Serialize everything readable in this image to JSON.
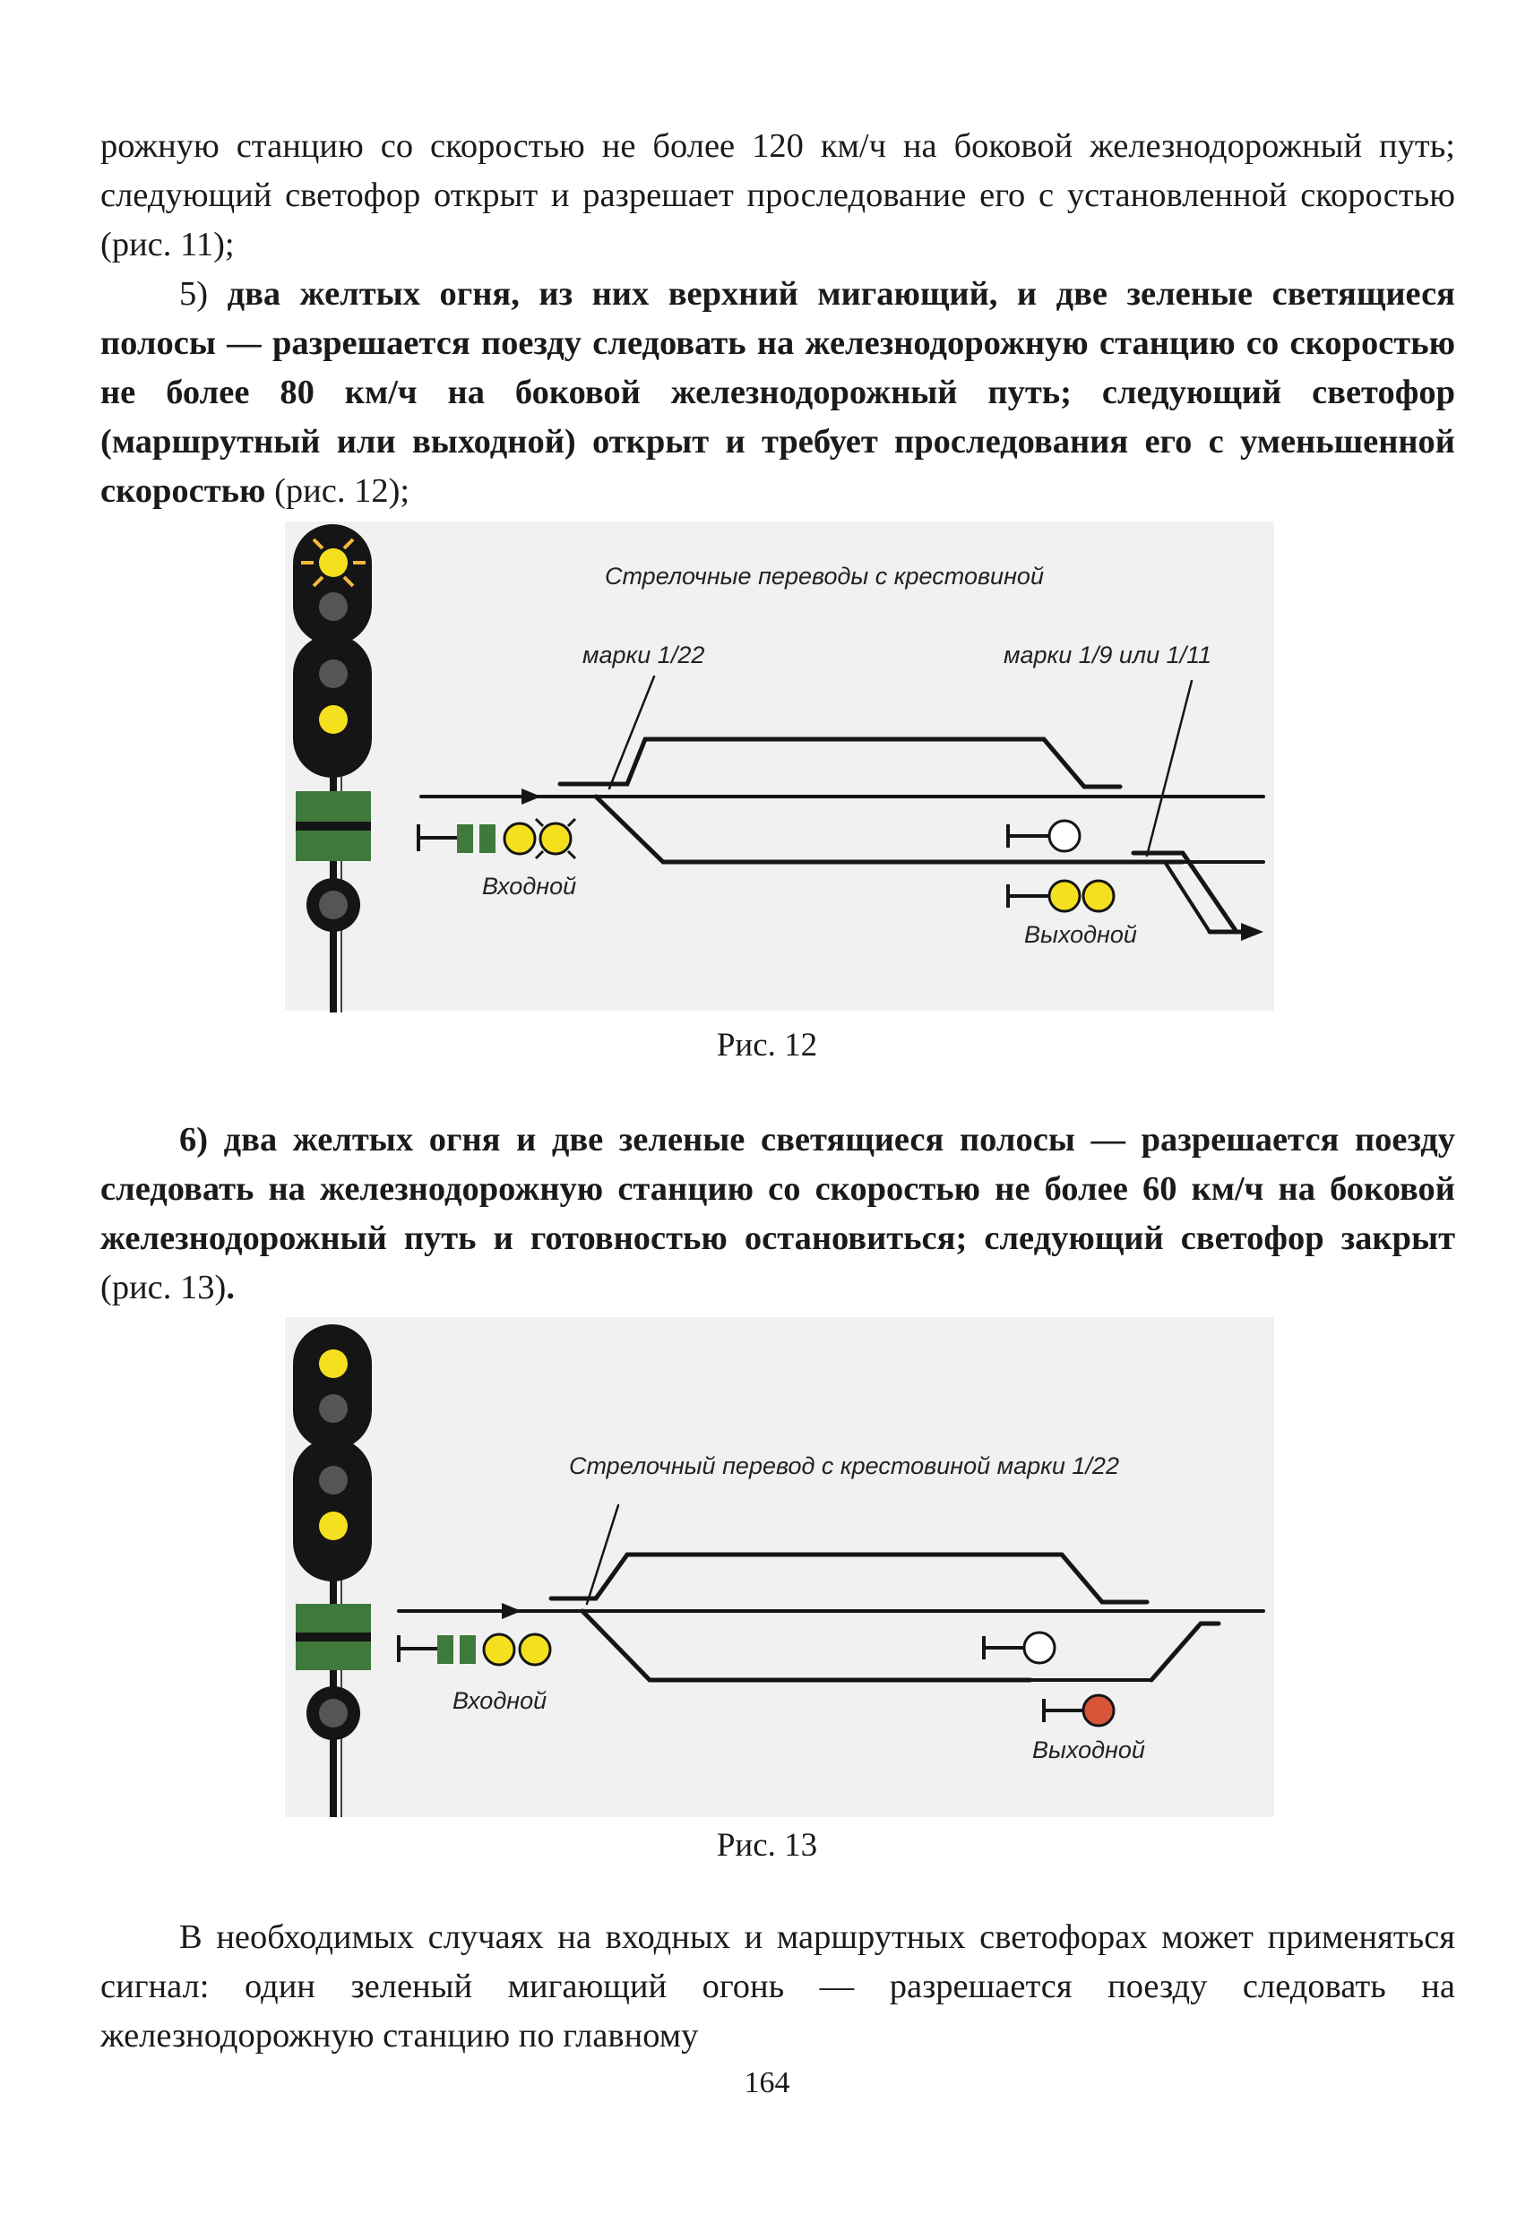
{
  "paragraphs": {
    "p1": "рожную станцию со скоростью не более 120 км/ч на боковой железнодорожный путь; следующий светофор открыт и разрешает проследование его с установленной скоростью (рис. 11);",
    "p2_num": "5) ",
    "p2_bold": "два желтых огня, из них верхний мигающий, и две зеленые светящиеся полосы — разрешается поезду следовать на железнодорожную станцию со скоростью не более 80 км/ч на боковой железнодорожный путь; следующий светофор (маршрутный или выходной) открыт и требует проследования его с уменьшенной скоростью",
    "p2_tail": " (рис. 12);",
    "p3_bold_a": "6) два желтых огня и две зеленые светящиеся полосы — разрешается поезду следовать на железнодорожную станцию со скоростью не более 60 км/ч на боковой железнодорожный путь и готовностью остановиться; следующий светофор закрыт",
    "p3_tail": " (рис. 13)",
    "p3_bold_end": ".",
    "p4": "В необходимых случаях на входных и маршрутных светофорах может применяться сигнал: один зеленый мигающий огонь — разрешается поезду следовать на железнодорожную станцию по главному"
  },
  "figure12": {
    "caption": "Рис. 12",
    "title": "Стрелочные переводы с крестовиной",
    "left_label": "марки 1/22",
    "right_label": "марки 1/9 или 1/11",
    "entry_label": "Входной",
    "exit_label": "Выходной"
  },
  "figure13": {
    "caption": "Рис. 13",
    "title": "Стрелочный перевод с крестовиной марки 1/22",
    "entry_label": "Входной",
    "exit_label": "Выходной"
  },
  "page_number": "164",
  "colors": {
    "yellow": "#f4e01f",
    "green": "#3f7a3a",
    "red": "#d8553a",
    "dark_lamp": "#555555",
    "body": "#151515",
    "panel": "#f1f1f1"
  }
}
